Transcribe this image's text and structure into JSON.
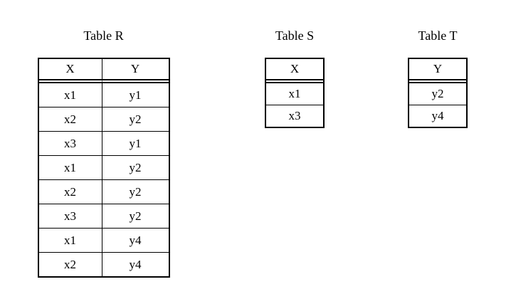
{
  "colors": {
    "background": "#ffffff",
    "border": "#000000",
    "text": "#000000"
  },
  "tables": [
    {
      "title": "Table R",
      "columns": [
        "X",
        "Y"
      ],
      "rows": [
        [
          "x1",
          "y1"
        ],
        [
          "x2",
          "y2"
        ],
        [
          "x3",
          "y1"
        ],
        [
          "x1",
          "y2"
        ],
        [
          "x2",
          "y2"
        ],
        [
          "x3",
          "y2"
        ],
        [
          "x1",
          "y4"
        ],
        [
          "x2",
          "y4"
        ]
      ]
    },
    {
      "title": "Table S",
      "columns": [
        "X"
      ],
      "rows": [
        [
          "x1"
        ],
        [
          "x3"
        ]
      ]
    },
    {
      "title": "Table T",
      "columns": [
        "Y"
      ],
      "rows": [
        [
          "y2"
        ],
        [
          "y4"
        ]
      ]
    }
  ]
}
